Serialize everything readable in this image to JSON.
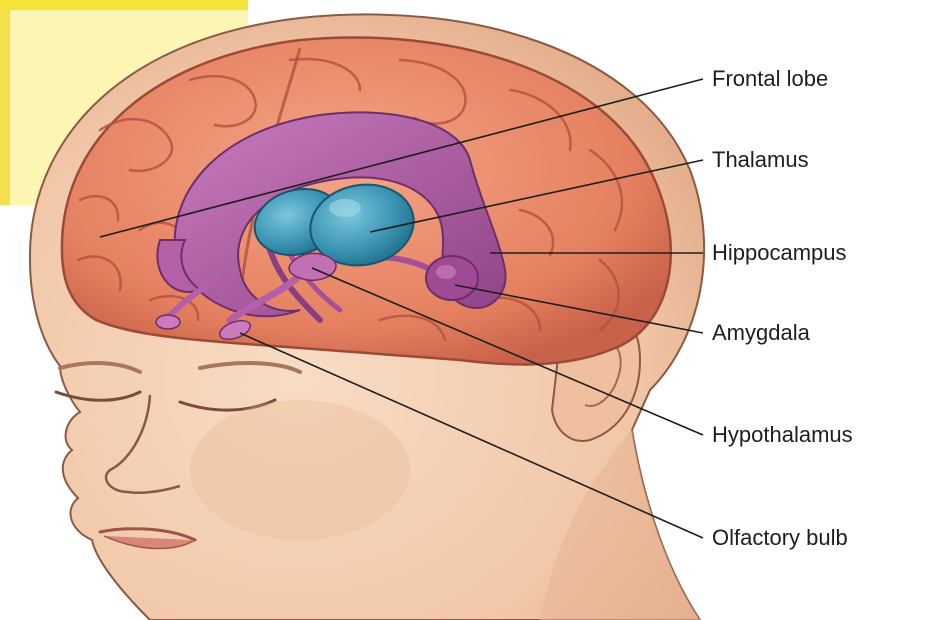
{
  "labels": {
    "frontal_lobe": "Frontal lobe",
    "thalamus": "Thalamus",
    "hippocampus": "Hippocampus",
    "amygdala": "Amygdala",
    "hypothalamus": "Hypothalamus",
    "olfactory_bulb": "Olfactory bulb"
  },
  "colors": {
    "skin": "#f3cfb2",
    "skin_outline": "#8a5a44",
    "cortex": "#e98a6b",
    "cortex_shadow": "#c9624a",
    "limbic": "#b45fa8",
    "limbic_dark": "#7d3a77",
    "thalamus": "#3d96b4",
    "thalamus_dark": "#1f6f8c",
    "corner_panel": "#fdf6b2",
    "leader_line": "#1e1e1e"
  }
}
